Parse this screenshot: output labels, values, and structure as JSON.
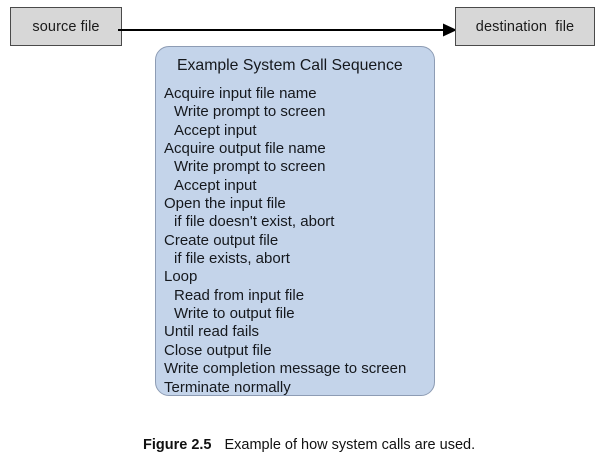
{
  "figure": {
    "source_box_label": "source file",
    "destination_box_label": "destination  file",
    "arrow_icon": "arrow-right-icon",
    "panel": {
      "title": "Example System Call Sequence",
      "steps": [
        {
          "text": "Acquire input file name",
          "indent": 0
        },
        {
          "text": "Write prompt to screen",
          "indent": 1
        },
        {
          "text": "Accept input",
          "indent": 1
        },
        {
          "text": "Acquire output file name",
          "indent": 0
        },
        {
          "text": "Write prompt to screen",
          "indent": 1
        },
        {
          "text": "Accept input",
          "indent": 1
        },
        {
          "text": "Open the input file",
          "indent": 0
        },
        {
          "text": "if file doesn't exist, abort",
          "indent": 1
        },
        {
          "text": "Create output file",
          "indent": 0
        },
        {
          "text": "if file exists, abort",
          "indent": 1
        },
        {
          "text": "Loop",
          "indent": 0
        },
        {
          "text": "Read from input file",
          "indent": 1
        },
        {
          "text": "Write to output file",
          "indent": 1
        },
        {
          "text": "Until read fails",
          "indent": 0
        },
        {
          "text": "Close output file",
          "indent": 0
        },
        {
          "text": "Write completion message to screen",
          "indent": 0
        },
        {
          "text": "Terminate normally",
          "indent": 0
        }
      ]
    },
    "caption": {
      "label": "Figure 2.5",
      "text": "Example of how system calls are used."
    },
    "colors": {
      "panel_fill": "#c4d4ea",
      "panel_stroke": "#8d9cb4",
      "box_fill": "#d7d7d7",
      "box_stroke": "#4a4a4a",
      "arrow": "#000000",
      "text": "#15181d",
      "background": "#ffffff"
    }
  }
}
